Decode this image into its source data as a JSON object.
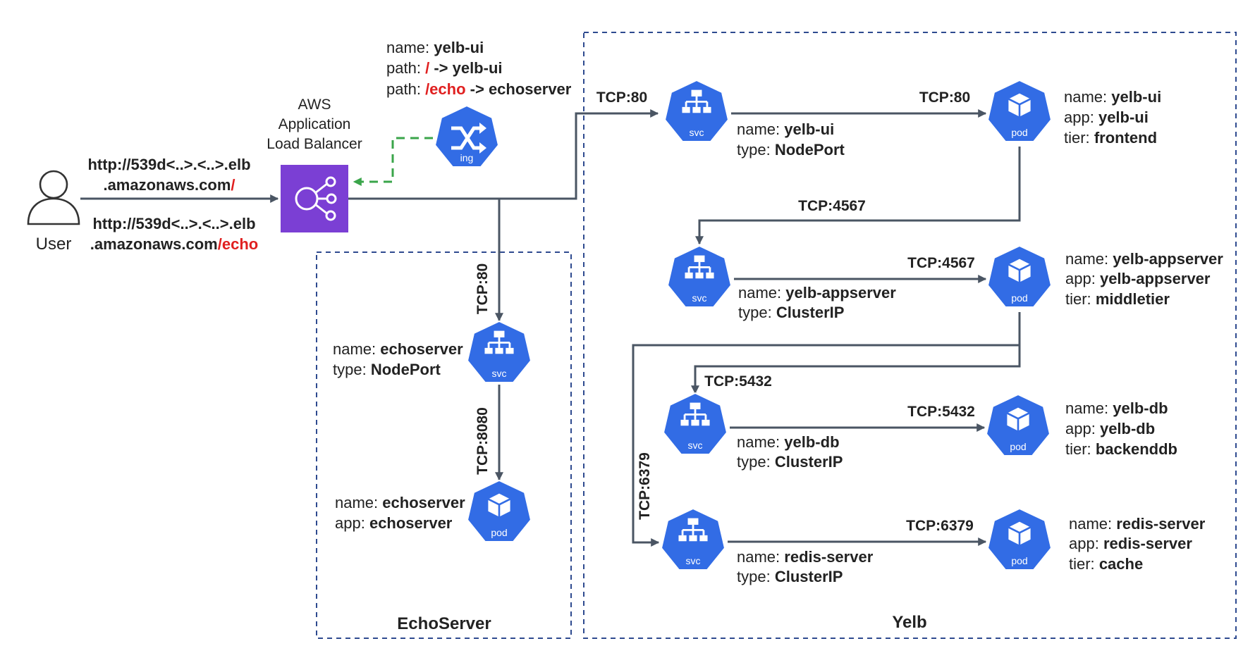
{
  "user": {
    "label": "User"
  },
  "alb": {
    "line1": "AWS",
    "line2": "Application",
    "line3": "Load Balancer"
  },
  "urls": {
    "root_line1": "http://539d<..>.<..>.elb",
    "root_line2": ".amazonaws.com",
    "root_path": "/",
    "echo_line1": "http://539d<..>.<..>.elb",
    "echo_line2": ".amazonaws.com",
    "echo_path": "/echo"
  },
  "ingress": {
    "icon_label": "ing",
    "name_key": "name:",
    "name_val": "yelb-ui",
    "path1_key": "path:",
    "path1_path": "/",
    "path1_target": "-> yelb-ui",
    "path2_key": "path:",
    "path2_path": "/echo",
    "path2_target": "-> echoserver"
  },
  "groups": {
    "echoserver": "EchoServer",
    "yelb": "Yelb"
  },
  "echo": {
    "svc": {
      "icon_label": "svc",
      "name_key": "name:",
      "name_val": "echoserver",
      "type_key": "type:",
      "type_val": "NodePort"
    },
    "pod": {
      "icon_label": "pod",
      "name_key": "name:",
      "name_val": "echoserver",
      "app_key": "app:",
      "app_val": "echoserver"
    },
    "tcp_in": "TCP:80",
    "tcp_pod": "TCP:8080"
  },
  "yelb": {
    "tcp_alb": "TCP:80",
    "tcp_ui_to_app": "TCP:4567",
    "tcp_app_to_db": "TCP:5432",
    "tcp_app_to_redis": "TCP:6379",
    "rows": [
      {
        "svc": {
          "icon_label": "svc",
          "name_key": "name:",
          "name_val": "yelb-ui",
          "type_key": "type:",
          "type_val": "NodePort"
        },
        "tcp": "TCP:80",
        "pod": {
          "icon_label": "pod",
          "name_key": "name:",
          "name_val": "yelb-ui",
          "app_key": "app:",
          "app_val": "yelb-ui",
          "tier_key": "tier:",
          "tier_val": "frontend"
        }
      },
      {
        "svc": {
          "icon_label": "svc",
          "name_key": "name:",
          "name_val": "yelb-appserver",
          "type_key": "type:",
          "type_val": "ClusterIP"
        },
        "tcp": "TCP:4567",
        "pod": {
          "icon_label": "pod",
          "name_key": "name:",
          "name_val": "yelb-appserver",
          "app_key": "app:",
          "app_val": "yelb-appserver",
          "tier_key": "tier:",
          "tier_val": "middletier"
        }
      },
      {
        "svc": {
          "icon_label": "svc",
          "name_key": "name:",
          "name_val": "yelb-db",
          "type_key": "type:",
          "type_val": "ClusterIP"
        },
        "tcp": "TCP:5432",
        "pod": {
          "icon_label": "pod",
          "name_key": "name:",
          "name_val": "yelb-db",
          "app_key": "app:",
          "app_val": "yelb-db",
          "tier_key": "tier:",
          "tier_val": "backenddb"
        }
      },
      {
        "svc": {
          "icon_label": "svc",
          "name_key": "name:",
          "name_val": "redis-server",
          "type_key": "type:",
          "type_val": "ClusterIP"
        },
        "tcp": "TCP:6379",
        "pod": {
          "icon_label": "pod",
          "name_key": "name:",
          "name_val": "redis-server",
          "app_key": "app:",
          "app_val": "redis-server",
          "tier_key": "tier:",
          "tier_val": "cache"
        }
      }
    ]
  },
  "colors": {
    "k8s_blue": "#326ce5",
    "alb_purple": "#7b3fd4",
    "ingress_link": "#3aa54a",
    "url_path": "#e02020",
    "connector": "#4a5563",
    "group_border": "#2e4a8f"
  }
}
